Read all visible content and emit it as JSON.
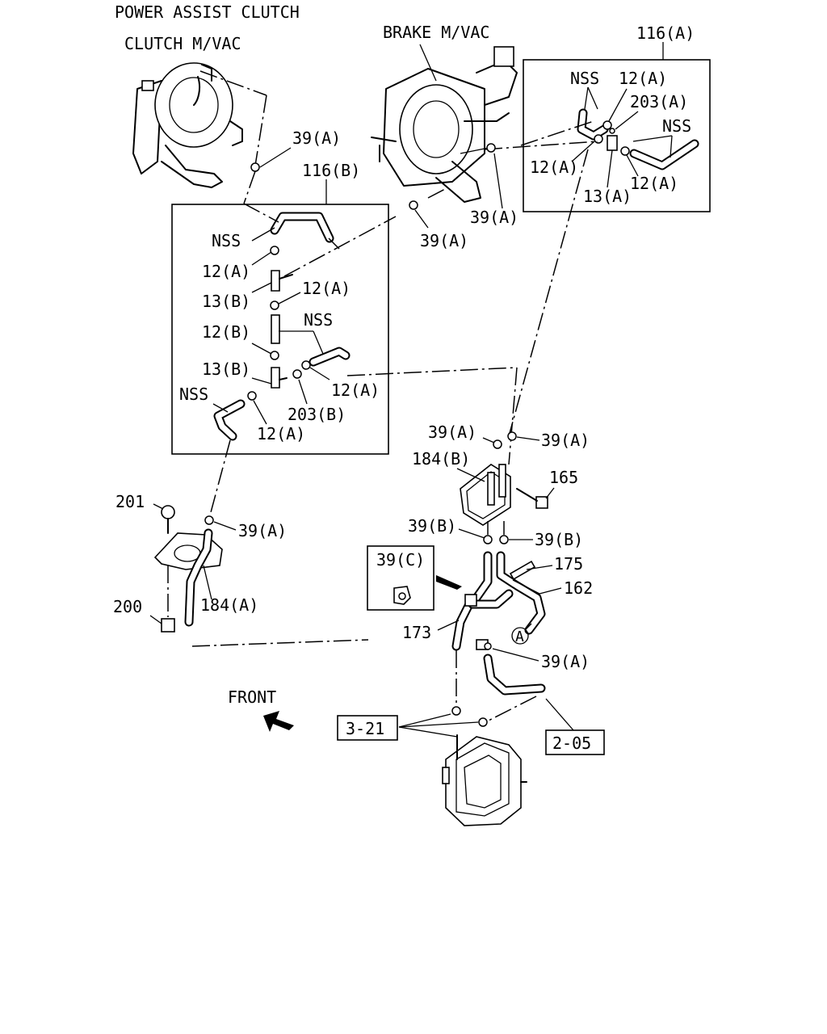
{
  "title": "POWER ASSIST CLUTCH",
  "assemblies": {
    "clutch": "CLUTCH M/VAC",
    "brake": "BRAKE M/VAC",
    "front": "FRONT"
  },
  "groups": {
    "g116a": "116(A)",
    "g116b": "116(B)"
  },
  "labels": {
    "nss_a1": "NSS",
    "p12a_a1": "12(A)",
    "p203a": "203(A)",
    "nss_a2": "NSS",
    "p12a_a2": "12(A)",
    "p13a": "13(A)",
    "p12a_a3": "12(A)",
    "p39a_1": "39(A)",
    "p39a_2": "39(A)",
    "p39a_3": "39(A)",
    "nss_b1": "NSS",
    "p12a_b1": "12(A)",
    "p13b_1": "13(B)",
    "p12a_b2": "12(A)",
    "p12b": "12(B)",
    "nss_b2": "NSS",
    "p13b_2": "13(B)",
    "p12a_b3": "12(A)",
    "nss_b3": "NSS",
    "p203b": "203(B)",
    "p12a_b4": "12(A)",
    "p39a_4": "39(A)",
    "p39a_5": "39(A)",
    "p184b": "184(B)",
    "p165": "165",
    "p201": "201",
    "p39a_6": "39(A)",
    "p39b_1": "39(B)",
    "p39b_2": "39(B)",
    "p39c": "39(C)",
    "p175": "175",
    "p162": "162",
    "p200": "200",
    "p184a": "184(A)",
    "p173": "173",
    "circ_a": "A",
    "p39a_7": "39(A)",
    "ref_321": "3-21",
    "ref_205": "2-05"
  }
}
